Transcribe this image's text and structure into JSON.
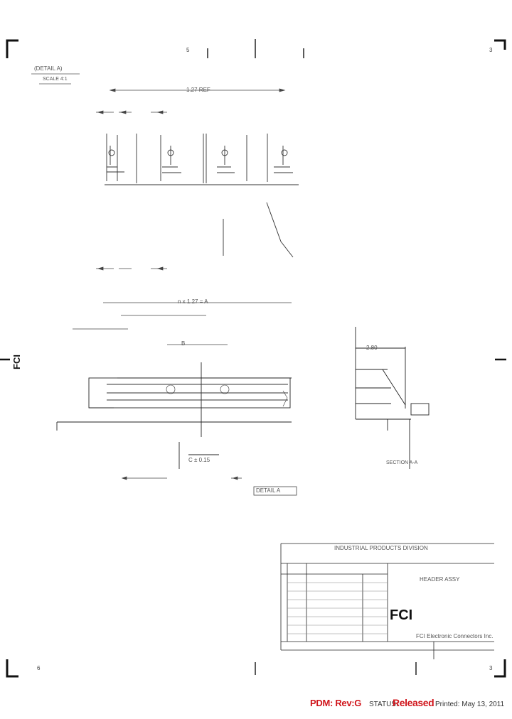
{
  "page": {
    "grid_top": [
      "5",
      "3"
    ],
    "grid_bottom": [
      "6",
      "3"
    ]
  },
  "drawing": {
    "note_top_left": "(DETAIL A)",
    "note_top_left_sub": "SCALE 4:1",
    "dim_top": "1.27 REF",
    "dim_mid": "n x 1.27 = A",
    "dim_b": "B",
    "dim_c": "C ± 0.15",
    "dim_side": "2.80",
    "detail_label": "DETAIL A",
    "section_label": "SECTION A-A"
  },
  "title_block": {
    "logo": "FCI",
    "doc_title": "INDUSTRIAL PRODUCTS DIVISION",
    "part": "HEADER ASSY",
    "footer_company": "FCI Electronic Connectors Inc."
  },
  "left_logo": "FCI",
  "footer": {
    "pdm": "PDM: Rev:G",
    "status_label": "STATUS:",
    "status_value": "Released",
    "printed": "Printed: May 13, 2011"
  }
}
